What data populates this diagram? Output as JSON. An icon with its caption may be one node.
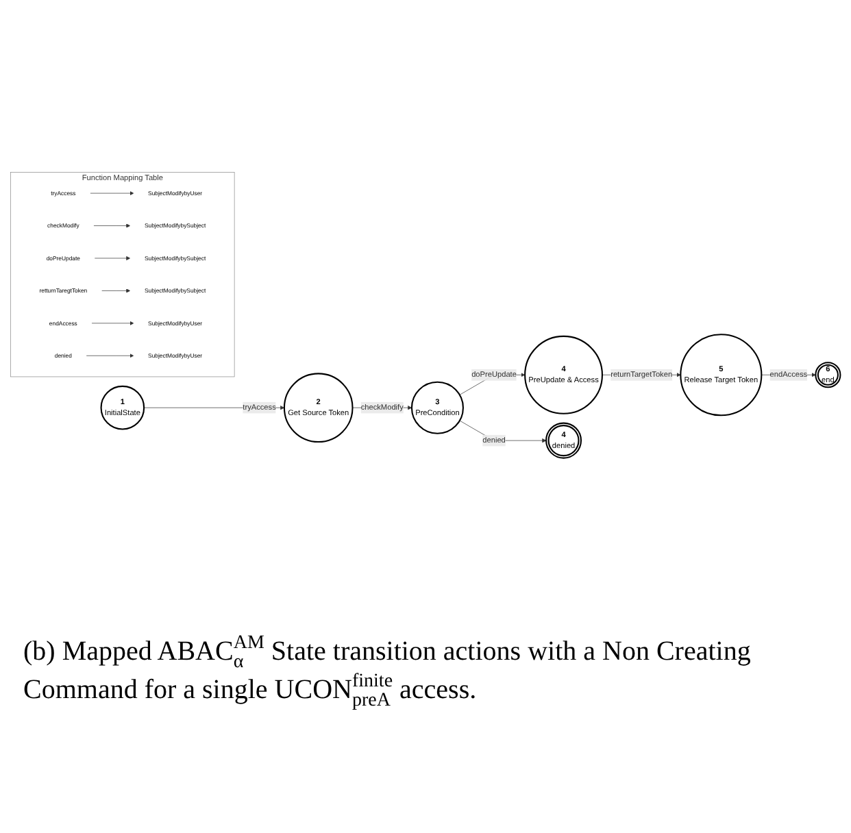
{
  "diagram": {
    "caption": "(b) Mapped ABAC$^{AM}$$_{α}$ State transition actions with a Non Creating Command for a single UCON$^{finite}$$_{preA}$ access.",
    "nodes": [
      {
        "text": [
          "1",
          "InitialState"
        ]
      },
      {
        "text": [
          "2",
          "Get Source Token"
        ]
      },
      {
        "text": [
          "3",
          "PreCondition"
        ]
      },
      {
        "text": [
          "4",
          "PreUpdate & Access"
        ]
      },
      {
        "text": [
          "5",
          "Release Target Token"
        ]
      },
      {
        "text": [
          "6",
          "end"
        ]
      },
      {
        "text": [
          "4",
          "denied"
        ]
      },
      {
        "text": [
          "Function Mapping Table"
        ]
      },
      {
        "text": [
          "tryAccess"
        ],
        "in": 7
      },
      {
        "text": [
          "SubjectModifybyUser"
        ],
        "in": 7
      },
      {
        "text": [
          "checkModify"
        ],
        "in": 7
      },
      {
        "text": [
          "SubjectModifybySubject"
        ],
        "in": 7
      },
      {
        "text": [
          "doPreUpdate"
        ],
        "in": 7
      },
      {
        "text": [
          "SubjectModifybySubject"
        ],
        "in": 7
      },
      {
        "text": [
          "retturnTaregtToken"
        ],
        "in": 7
      },
      {
        "text": [
          "SubjectModifybySubject"
        ],
        "in": 7
      },
      {
        "text": [
          "endAccess"
        ],
        "in": 7
      },
      {
        "text": [
          "SubjectModifybyUser"
        ],
        "in": 7
      },
      {
        "text": [
          "denied"
        ],
        "in": 7
      },
      {
        "text": [
          "SubjectModifybyUser"
        ],
        "in": 7
      }
    ],
    "edges": [
      {
        "from": 0,
        "to": 1,
        "arrow": "to",
        "label": "tryAccess"
      },
      {
        "from": 1,
        "to": 2,
        "arrow": "to",
        "label": "checkModify"
      },
      {
        "from": 2,
        "to": 3,
        "arrow": "to",
        "label": "doPreUpdate"
      },
      {
        "from": 3,
        "to": 4,
        "arrow": "to",
        "label": "returnTargetToken"
      },
      {
        "from": 4,
        "to": 5,
        "arrow": "to",
        "label": "endAccess"
      },
      {
        "from": 2,
        "to": 6,
        "arrow": "to",
        "label": "denied"
      },
      {
        "from": 8,
        "to": 9,
        "arrow": "to"
      },
      {
        "from": 10,
        "to": 11,
        "arrow": "to"
      },
      {
        "from": 12,
        "to": 13,
        "arrow": "to"
      },
      {
        "from": 14,
        "to": 15,
        "arrow": "to"
      },
      {
        "from": 16,
        "to": 17,
        "arrow": "to"
      },
      {
        "from": 18,
        "to": 19,
        "arrow": "to"
      }
    ]
  }
}
